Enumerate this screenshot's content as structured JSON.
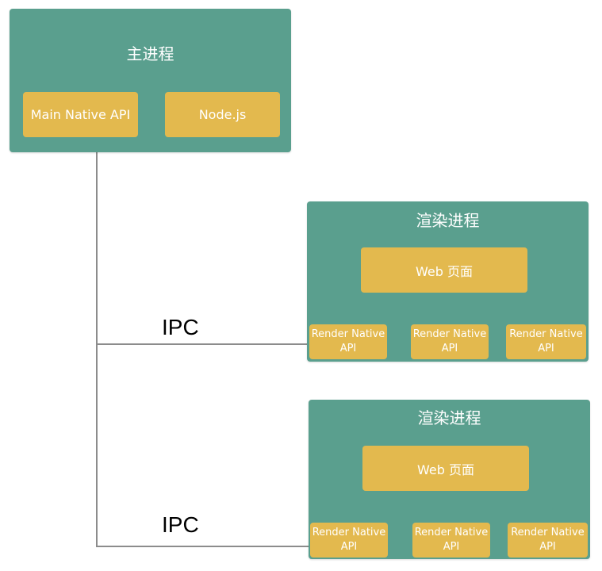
{
  "main_process": {
    "title": "主进程",
    "modules": [
      "Main Native API",
      "Node.js"
    ]
  },
  "renderer_processes": [
    {
      "title": "渲染进程",
      "page": "Web 页面",
      "apis": [
        {
          "line1": "Render Native",
          "line2": "API"
        },
        {
          "line1": "Render Native",
          "line2": "API"
        },
        {
          "line1": "Render Native",
          "line2": "API"
        }
      ]
    },
    {
      "title": "渲染进程",
      "page": "Web 页面",
      "apis": [
        {
          "line1": "Render Native",
          "line2": "API"
        },
        {
          "line1": "Render Native",
          "line2": "API"
        },
        {
          "line1": "Render Native",
          "line2": "API"
        }
      ]
    }
  ],
  "connections": [
    {
      "label": "IPC"
    },
    {
      "label": "IPC"
    }
  ],
  "colors": {
    "process_box": "#5a9f8e",
    "module_chip": "#e3b94e",
    "connector": "#8c8c8c"
  }
}
